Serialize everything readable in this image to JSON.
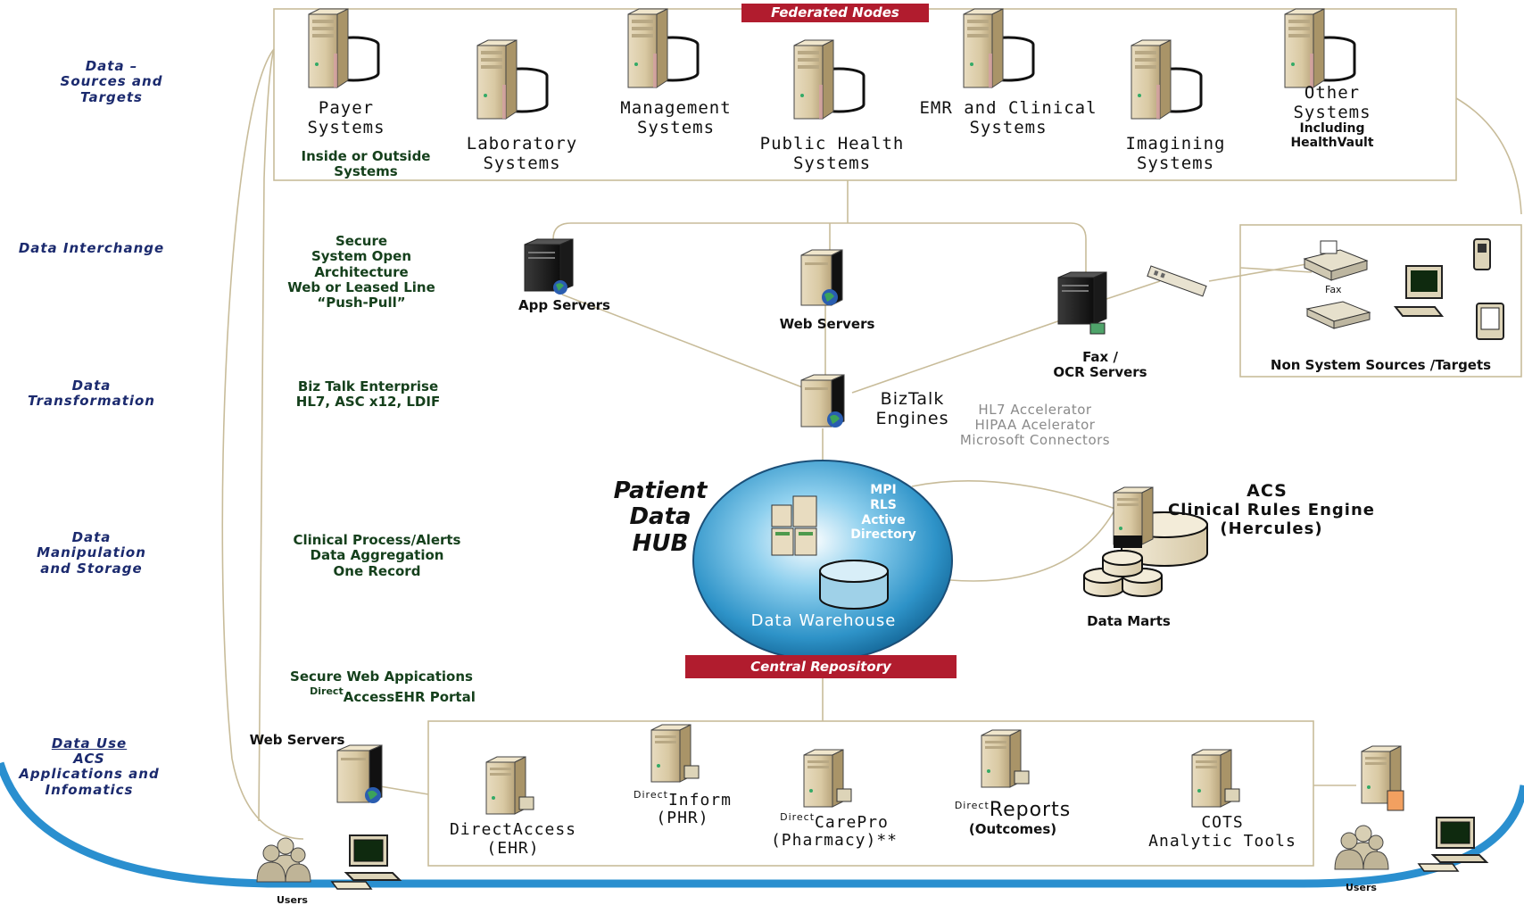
{
  "lanes": {
    "sources": "Data –\nSources and\nTargets",
    "interchange": "Data Interchange",
    "transformation": "Data\nTransformation",
    "manipulation": "Data\nManipulation\nand Storage",
    "use_title": "Data Use",
    "use_rest": "ACS\nApplications and\nInfomatics"
  },
  "banners": {
    "federated": "Federated Nodes",
    "central": "Central Repository"
  },
  "sources": {
    "payer": "Payer\nSystems",
    "inside_outside": "Inside or Outside\nSystems",
    "laboratory": "Laboratory\nSystems",
    "management": "Management\nSystems",
    "public_health": "Public Health\nSystems",
    "emr": "EMR and Clinical\nSystems",
    "imaging": "Imagining\nSystems",
    "other": "Other\nSystems",
    "including": "Including\nHealthVault"
  },
  "interchange": {
    "description": "Secure\nSystem  Open\nArchitecture\nWeb or Leased Line\n“Push-Pull”",
    "app_servers": "App Servers",
    "web_servers": "Web Servers",
    "fax_ocr": "Fax /\nOCR Servers",
    "fax": "Fax",
    "non_system": "Non System Sources /Targets"
  },
  "transformation": {
    "description": "Biz Talk Enterprise\nHL7, ASC x12, LDIF",
    "biztalk": "BizTalk\nEngines",
    "accelerators": "HL7 Accelerator\nHIPAA Acelerator\nMicrosoft Connectors"
  },
  "hub": {
    "title": "Patient\nData\nHUB",
    "services": "MPI\nRLS\nActive\nDirectory",
    "warehouse": "Data Warehouse",
    "description": "Clinical Process/Alerts\nData Aggregation\nOne Record",
    "acs_title": "ACS",
    "rules_engine": "Clinical Rules Engine\n(Hercules)",
    "data_marts": "Data Marts"
  },
  "use": {
    "secure_web": "Secure Web Appications",
    "direct_prefix": "Direct",
    "access_portal": "AccessEHR  Portal",
    "web_servers": "Web Servers",
    "users_left": "Users",
    "users_right": "Users",
    "direct_access": "DirectAccess\n(EHR)",
    "inform_prefix": "Direct",
    "inform": "Inform",
    "inform_sub": "(PHR)",
    "carepro_prefix": "Direct",
    "carepro": "CarePro",
    "carepro_sub": "(Pharmacy)**",
    "reports_prefix": "Direct",
    "reports": "Reports",
    "reports_sub": "(Outcomes)",
    "cots": "COTS\nAnalytic Tools"
  },
  "colors": {
    "lane_text": "#1b2a6e",
    "green_text": "#15401c",
    "banner": "#b11c2e",
    "frame": "#cbbf9f",
    "blue_arc": "#2a8fcf"
  }
}
